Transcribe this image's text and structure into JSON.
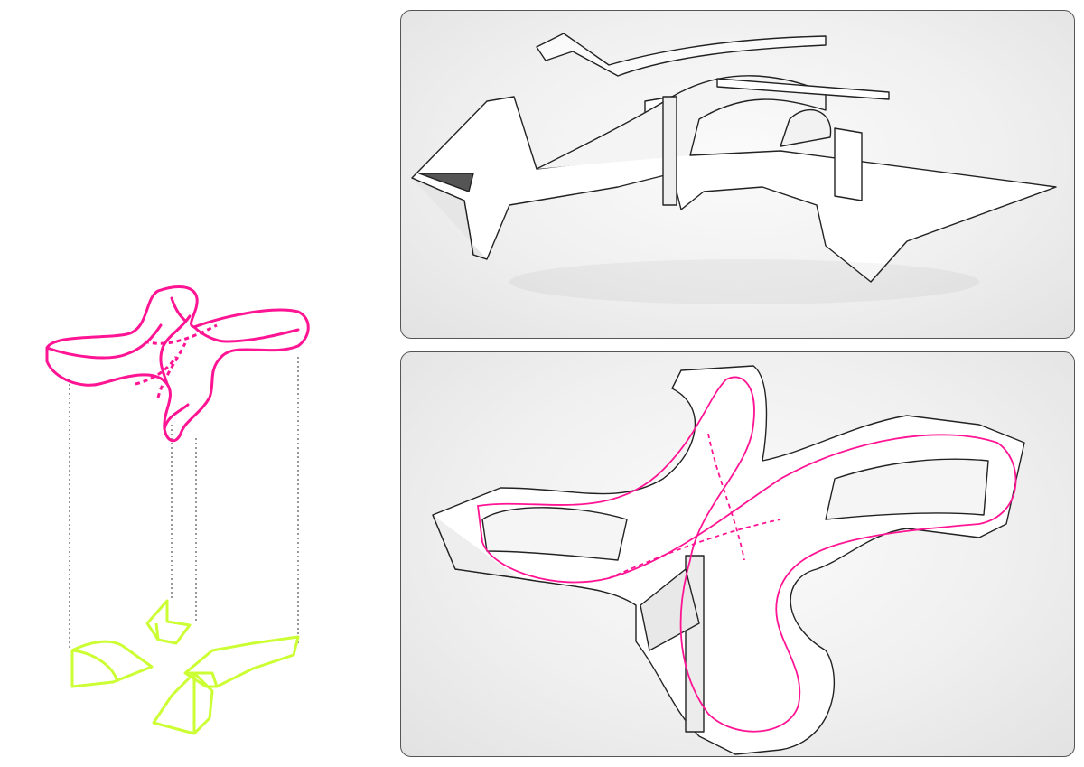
{
  "colors": {
    "circulation_loop": "#ff1493",
    "ground_volumes": "#ccff33",
    "projection_lines": "#333333",
    "model_surface": "#ffffff",
    "model_edges": "#222222",
    "panel_border": "#555555"
  },
  "icons": [
    "circulation-loop-diagram",
    "ground-volumes-diagram",
    "model-render-top",
    "model-render-bottom"
  ]
}
